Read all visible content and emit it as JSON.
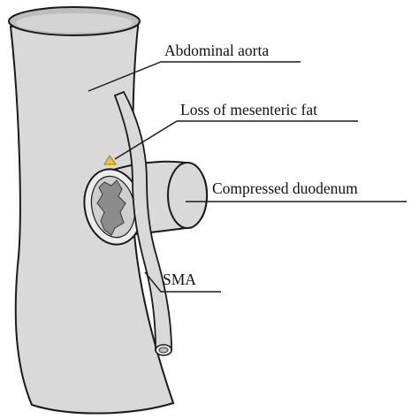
{
  "labels": {
    "aorta": "Abdominal aorta",
    "fat": "Loss of mesenteric fat",
    "duodenum": "Compressed duodenum",
    "sma": "SMA"
  },
  "colors": {
    "vessel_fill": "#d9d9d9",
    "vessel_inner": "#b9b9b9",
    "lumen": "#8c8c8c",
    "outline": "#1a1a1a",
    "fat_marker": "#f2c12e",
    "leader": "#1a1a1a"
  }
}
